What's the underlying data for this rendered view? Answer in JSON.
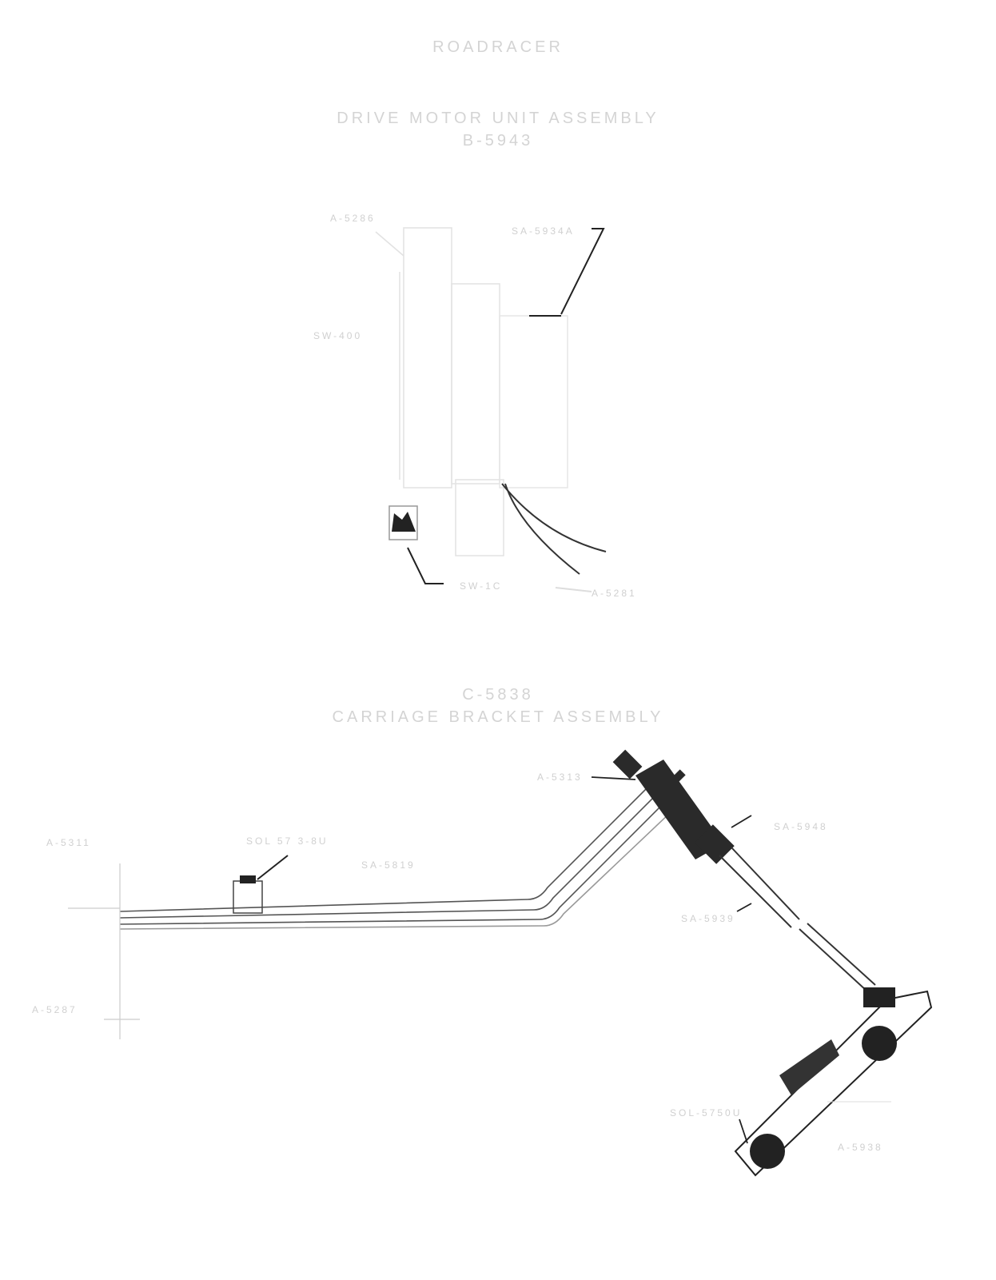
{
  "header": {
    "title": "ROADRACER"
  },
  "drive_motor": {
    "title": "DRIVE MOTOR UNIT ASSEMBLY",
    "part_number": "B-5943",
    "labels": [
      "A-5286",
      "SA-5934A",
      "SW-400",
      "SW-1C",
      "A-5281"
    ]
  },
  "carriage_bracket": {
    "part_number": "C-5838",
    "title": "CARRIAGE BRACKET ASSEMBLY",
    "labels": [
      "A-5313",
      "SA-5948",
      "A-5311",
      "SOL 57 3-8U",
      "SA-5819",
      "SA-5939",
      "A-5287",
      "SOL-5750U",
      "A-5938"
    ]
  }
}
